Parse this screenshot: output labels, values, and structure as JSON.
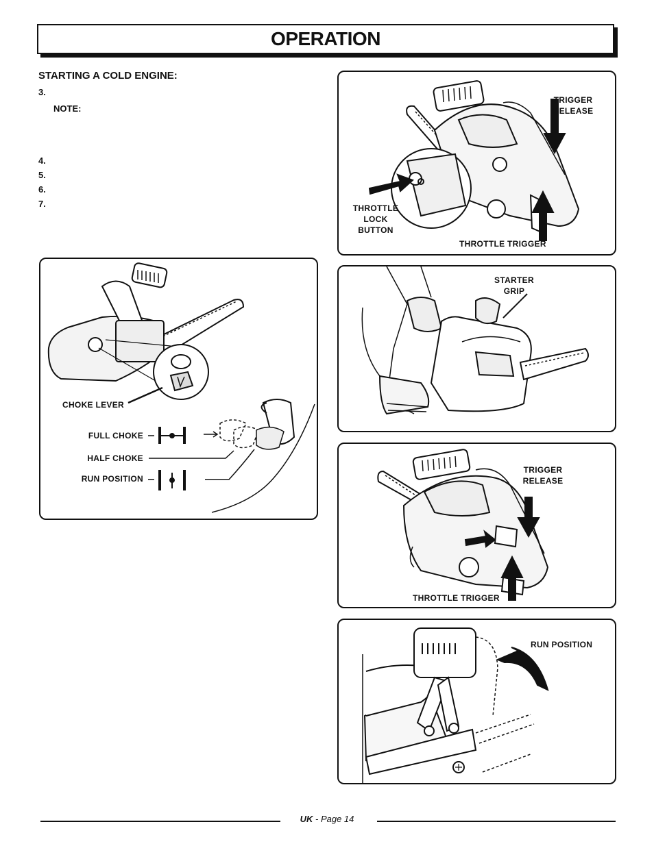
{
  "header": {
    "title": "OPERATION"
  },
  "section": {
    "heading": "STARTING A COLD ENGINE:",
    "steps": [
      "3.",
      "4.",
      "5.",
      "6.",
      "7."
    ],
    "note_label": "NOTE:"
  },
  "figures": {
    "choke": {
      "choke_lever": "CHOKE LEVER",
      "full_choke": "FULL CHOKE",
      "half_choke": "HALF CHOKE",
      "run_position": "RUN POSITION"
    },
    "throttle_lock": {
      "trigger_release": [
        "TRIGGER",
        "RELEASE"
      ],
      "throttle_lock_button": [
        "THROTTLE",
        "LOCK",
        "BUTTON"
      ],
      "throttle_trigger": "THROTTLE TRIGGER"
    },
    "starter": {
      "starter_grip": [
        "STARTER",
        "GRIP"
      ]
    },
    "trigger_release": {
      "trigger_release": [
        "TRIGGER",
        "RELEASE"
      ],
      "throttle_trigger": "THROTTLE TRIGGER"
    },
    "run_position": {
      "run_position": "RUN POSITION"
    }
  },
  "footer": {
    "region": "UK",
    "page": "- Page 14"
  }
}
